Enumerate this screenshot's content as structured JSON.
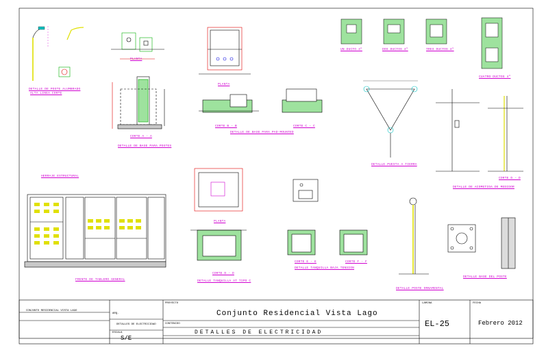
{
  "drawing": {
    "labels": {
      "poste_alumbrado": "DETALLE DE POSTE ALUMBRADO",
      "poste_alumbrado_2": "ALTA LINEA CORTE",
      "planta1": "PLANTA",
      "corte_a": "CORTE A - A",
      "base_poste": "DETALLE DE BASE PARA POSTES",
      "planta2": "PLANTA",
      "corte_b": "CORTE B - B",
      "corte_c": "CORTE C - C",
      "base_pad": "DETALLE DE BASE PARA PAD-MOUNTED",
      "ducto_un": "UN DUCTO 4\"",
      "ducto_dos": "DOS DUCTOS 4\"",
      "ducto_tres": "TRES DUCTOS 4\"",
      "ducto_cuatro": "CUATRO DUCTOS 4\"",
      "puesta_tierra": "DETALLE PUESTA A TIERRA",
      "herrajes": "HERRAJE ESTRUCTURAL",
      "acometida": "DETALLE DE ACOMETIDA DE MEDIDOR",
      "corte_d": "CORTE D - D",
      "planta3": "PLANTA",
      "corte_d2": "CORTE D - D",
      "tanquilla_bt": "DETALLE TANQUILLA AT TIPO C",
      "corte_e": "CORTE E - E",
      "corte_f": "CORTE F - F",
      "tanquilla_mt": "DETALLE TANQUILLA BAJA TENSION",
      "poste_ornamental": "DETALLE POSTE ORNAMENTAL",
      "base_pedestal": "DETALLE BASE DEL POSTE",
      "tablero": "FRENTE DE TABLERO GENERAL"
    }
  },
  "title_block": {
    "owner_small": "CONJUNTO RESIDENCIAL VISTA LAGO",
    "project_title": "Conjunto Residencial Vista Lago",
    "subject": "DETALLES DE ELECTRICIDAD",
    "subject_small": "DETALLES DE ELECTRICIDAD",
    "scale": "S/E",
    "sheet_number": "EL-25",
    "date": "Febrero 2012",
    "cap_area": "ARQ.",
    "cap_proyecto": "PROYECTO",
    "cap_contenido": "CONTENIDO",
    "cap_escala": "ESCALA",
    "cap_lamina": "LAMINA",
    "cap_fecha": "FECHA"
  },
  "colors": {
    "line_red": "#e00000",
    "line_green": "#00b000",
    "line_blue": "#0000e0",
    "line_yellow": "#e0e000",
    "line_cyan": "#00c0c0",
    "label_magenta": "#d000d0"
  }
}
